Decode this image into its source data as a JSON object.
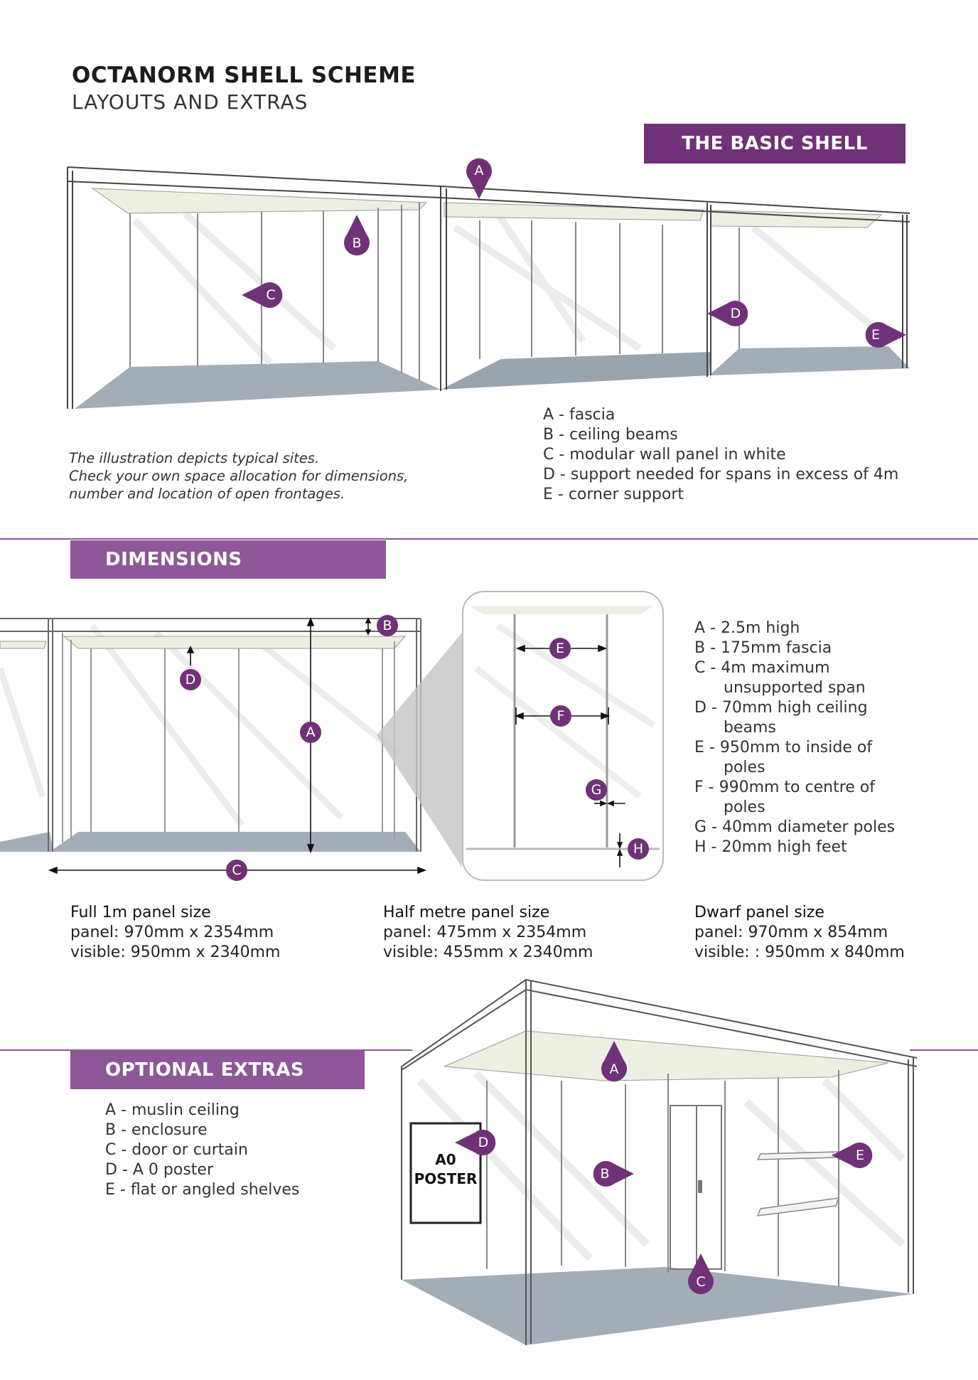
{
  "header": {
    "title": "OCTANORM SHELL SCHEME",
    "subtitle": "LAYOUTS AND EXTRAS"
  },
  "colors": {
    "accent": "#6f3277",
    "accent_light": "#8e5898",
    "floor": "#a4adb6",
    "ceiling": "#ecefe2"
  },
  "basic_shell": {
    "banner": "THE BASIC SHELL",
    "note": [
      "The illustration depicts typical sites.",
      "Check your own space allocation for dimensions,",
      "number and location of open frontages."
    ],
    "legend": [
      "A - fascia",
      "B - ceiling beams",
      "C - modular wall panel in white",
      "D - support needed for spans in excess of 4m",
      "E - corner support"
    ],
    "markers": [
      "A",
      "B",
      "C",
      "D",
      "E"
    ]
  },
  "dimensions": {
    "banner": "DIMENSIONS",
    "legend": [
      {
        "main": "A - 2.5m high",
        "cont": ""
      },
      {
        "main": "B - 175mm fascia",
        "cont": ""
      },
      {
        "main": "C - 4m maximum",
        "cont": "unsupported span"
      },
      {
        "main": "D - 70mm high ceiling",
        "cont": "beams"
      },
      {
        "main": "E - 950mm to inside of",
        "cont": "poles"
      },
      {
        "main": "F - 990mm to centre of",
        "cont": "poles"
      },
      {
        "main": "G - 40mm diameter poles",
        "cont": ""
      },
      {
        "main": "H - 20mm high feet",
        "cont": ""
      }
    ],
    "markers": [
      "A",
      "B",
      "C",
      "D",
      "E",
      "F",
      "G",
      "H"
    ],
    "panels": [
      {
        "heading": "Full 1m panel size",
        "panel": "panel: 970mm x 2354mm",
        "visible": "visible: 950mm x 2340mm"
      },
      {
        "heading": "Half metre panel size",
        "panel": "panel: 475mm x 2354mm",
        "visible": "visible: 455mm x 2340mm"
      },
      {
        "heading": "Dwarf panel size",
        "panel": "panel: 970mm x 854mm",
        "visible": "visible: : 950mm x 840mm"
      }
    ]
  },
  "extras": {
    "banner": "OPTIONAL EXTRAS",
    "legend": [
      "A - muslin ceiling",
      "B - enclosure",
      "C - door or curtain",
      "D - A 0 poster",
      "E - flat or angled shelves"
    ],
    "markers": [
      "A",
      "B",
      "C",
      "D",
      "E"
    ],
    "poster_line1": "A0",
    "poster_line2": "POSTER"
  }
}
